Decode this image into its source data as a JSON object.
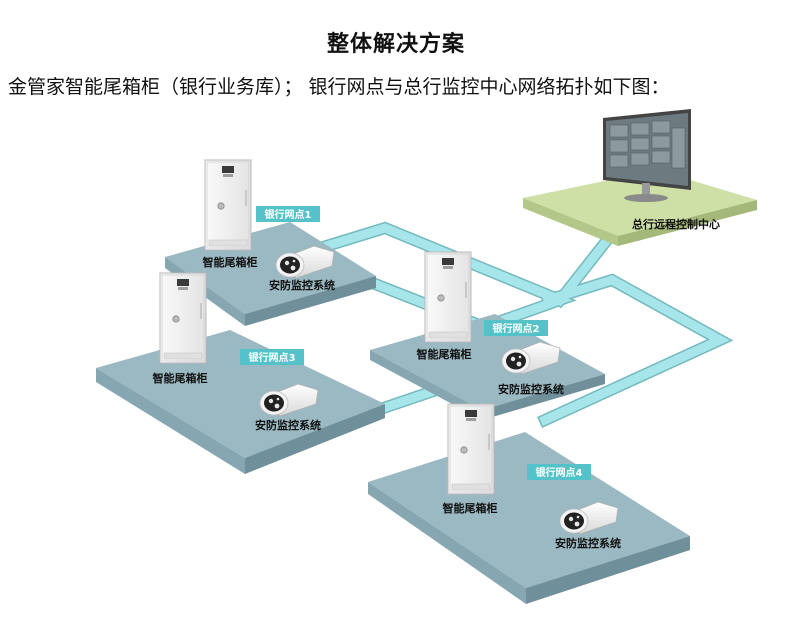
{
  "title": "整体解决方案",
  "subtitle": "金管家智能尾箱柜（银行业务库）；  银行网点与总行监控中心网络拓扑如下图：",
  "center": {
    "label": "总行远程控制中心"
  },
  "branches": [
    {
      "tag": "银行网点1",
      "cabinet_label": "智能尾箱柜",
      "camera_label": "安防监控系统"
    },
    {
      "tag": "银行网点2",
      "cabinet_label": "智能尾箱柜",
      "camera_label": "安防监控系统"
    },
    {
      "tag": "银行网点3",
      "cabinet_label": "智能尾箱柜",
      "camera_label": "安防监控系统"
    },
    {
      "tag": "银行网点4",
      "cabinet_label": "智能尾箱柜",
      "camera_label": "安防监控系统"
    }
  ],
  "colors": {
    "platform_top": "#9ab9c2",
    "platform_side": "#7f9ea8",
    "center_top": "#cfe0a6",
    "center_side": "#b3c789",
    "network_line": "#9fe0e4",
    "tag_bg": "#55c2c9",
    "cabinet_body": "#f4f4f4",
    "camera_body": "#eeeeee"
  },
  "icons": [
    "monitor-icon",
    "safe-cabinet-icon",
    "security-camera-icon"
  ]
}
